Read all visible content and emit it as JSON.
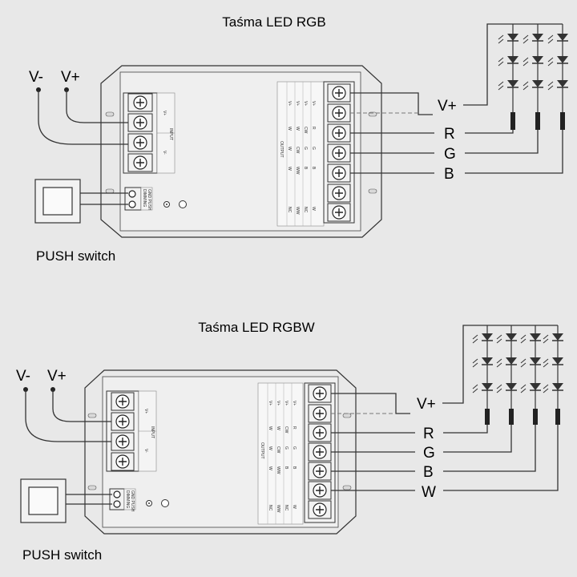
{
  "diagram1": {
    "title": "Taśma LED RGB",
    "vminus": "V-",
    "vplus": "V+",
    "push": "PUSH switch",
    "outputs": [
      "V+",
      "R",
      "G",
      "B"
    ],
    "input_label": "INPUT",
    "input_pins": [
      "V+",
      "V-"
    ],
    "output_label": "OUTPUT",
    "dimming_label": "DIMMING",
    "switch_label": "GND PUSH",
    "table": [
      [
        "V+",
        "V+",
        "V+",
        "V+"
      ],
      [
        "W",
        "W",
        "CW",
        "R"
      ],
      [
        "W",
        "CW",
        "G",
        "G"
      ],
      [
        "W",
        "WW",
        "B",
        "B"
      ],
      [
        "NC",
        "WW",
        "NC",
        "W"
      ]
    ]
  },
  "diagram2": {
    "title": "Taśma LED RGBW",
    "vminus": "V-",
    "vplus": "V+",
    "push": "PUSH switch",
    "outputs": [
      "V+",
      "R",
      "G",
      "B",
      "W"
    ],
    "input_label": "INPUT",
    "input_pins": [
      "V+",
      "V-"
    ],
    "output_label": "OUTPUT",
    "dimming_label": "DIMMING",
    "switch_label": "GND PUSH",
    "table": [
      [
        "V+",
        "V+",
        "V+",
        "V+"
      ],
      [
        "W",
        "W",
        "CW",
        "R"
      ],
      [
        "W",
        "CW",
        "G",
        "G"
      ],
      [
        "W",
        "WW",
        "B",
        "B"
      ],
      [
        "NC",
        "WW",
        "NC",
        "W"
      ]
    ]
  }
}
